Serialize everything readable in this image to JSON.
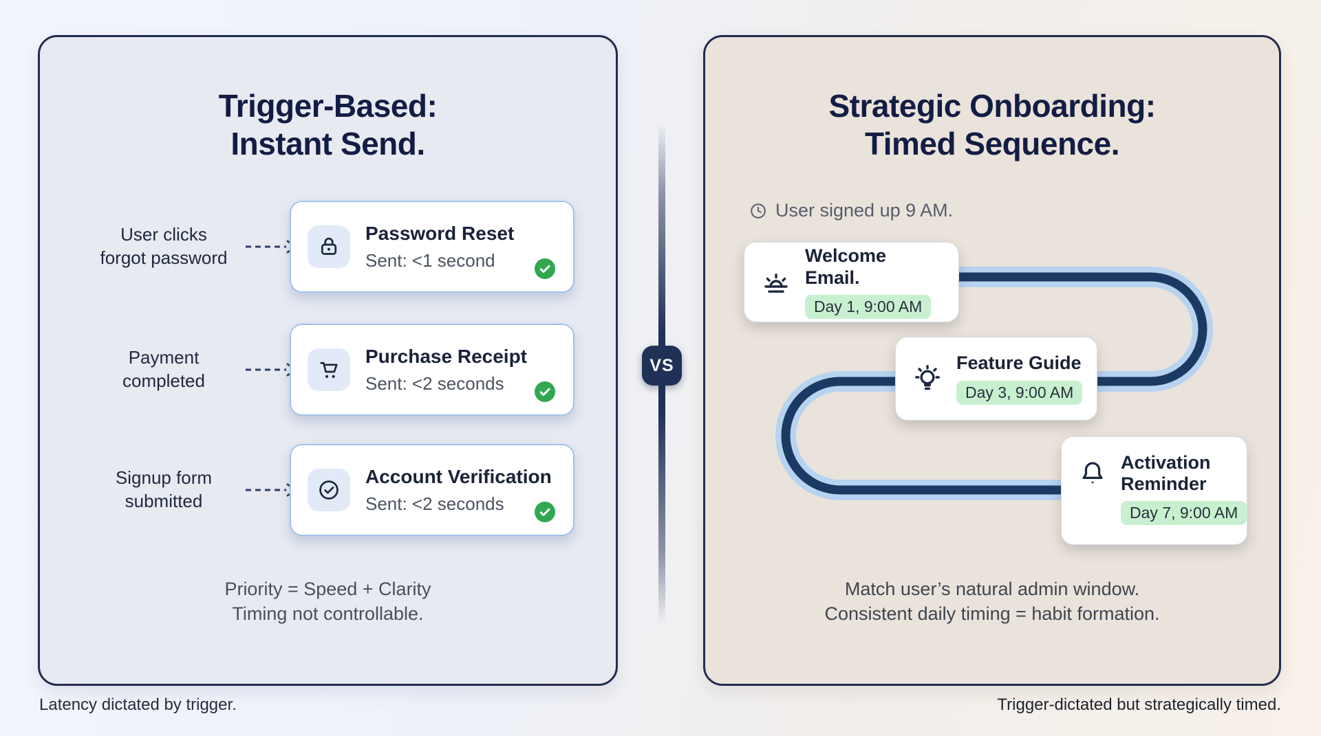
{
  "left_panel": {
    "title_line1": "Trigger-Based:",
    "title_line2": "Instant Send.",
    "rows": [
      {
        "trigger_line1": "User clicks",
        "trigger_line2": "forgot password",
        "card_title": "Password Reset",
        "card_status": "Sent: <1 second",
        "icon": "lock-icon"
      },
      {
        "trigger_line1": "Payment",
        "trigger_line2": "completed",
        "card_title": "Purchase Receipt",
        "card_status": "Sent: <2 seconds",
        "icon": "cart-icon"
      },
      {
        "trigger_line1": "Signup form",
        "trigger_line2": "submitted",
        "card_title": "Account Verification",
        "card_status": "Sent: <2 seconds",
        "icon": "check-circle-icon"
      }
    ],
    "summary_line1": "Priority = Speed + Clarity",
    "summary_line2": "Timing not controllable.",
    "footer": "Latency dictated by trigger."
  },
  "divider": {
    "label": "VS"
  },
  "right_panel": {
    "title_line1": "Strategic Onboarding:",
    "title_line2": "Timed Sequence.",
    "signup_note": "User signed up 9 AM.",
    "steps": [
      {
        "title": "Welcome Email.",
        "badge": "Day 1, 9:00 AM",
        "icon": "sunrise-icon"
      },
      {
        "title": "Feature Guide",
        "badge": "Day 3, 9:00 AM",
        "icon": "lightbulb-icon"
      },
      {
        "title_line1": "Activation",
        "title_line2": "Reminder",
        "badge": "Day 7, 9:00 AM",
        "icon": "bell-icon"
      }
    ],
    "summary_line1": "Match user’s natural admin window.",
    "summary_line2": "Consistent daily timing = habit formation.",
    "footer": "Trigger-dictated but strategically timed."
  },
  "colors": {
    "navy_text": "#131d44",
    "panel_border": "#232c4e",
    "left_panel_bg": "#e8eaf1",
    "right_panel_bg": "#eae3db",
    "card_border_blue": "#9fc3e8",
    "success_green": "#31a750",
    "badge_green_bg": "#c8f0d0",
    "path_outer_blue": "#b7d3f1",
    "path_inner_navy": "#1b3a63",
    "vs_badge_bg": "#1f3156"
  }
}
